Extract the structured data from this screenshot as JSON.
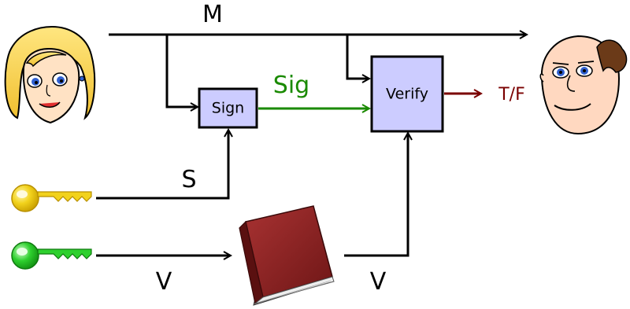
{
  "labels": {
    "message": "M",
    "signature": "Sig",
    "signing_key": "S",
    "verification_key_in": "V",
    "verification_key_out": "V",
    "result": "T/F"
  },
  "boxes": {
    "sign": "Sign",
    "verify": "Verify"
  },
  "icons": {
    "sender": "woman-face-icon",
    "receiver": "man-face-icon",
    "signing_key": "yellow-key-icon",
    "verification_key": "green-key-icon",
    "directory": "red-book-icon"
  },
  "colors": {
    "box_fill": "#ccccff",
    "signature": "#1a8a00",
    "result": "#7a0000",
    "signing_key": "#f2d21c",
    "verification_key": "#2ed02e",
    "book": "#8b2020"
  }
}
